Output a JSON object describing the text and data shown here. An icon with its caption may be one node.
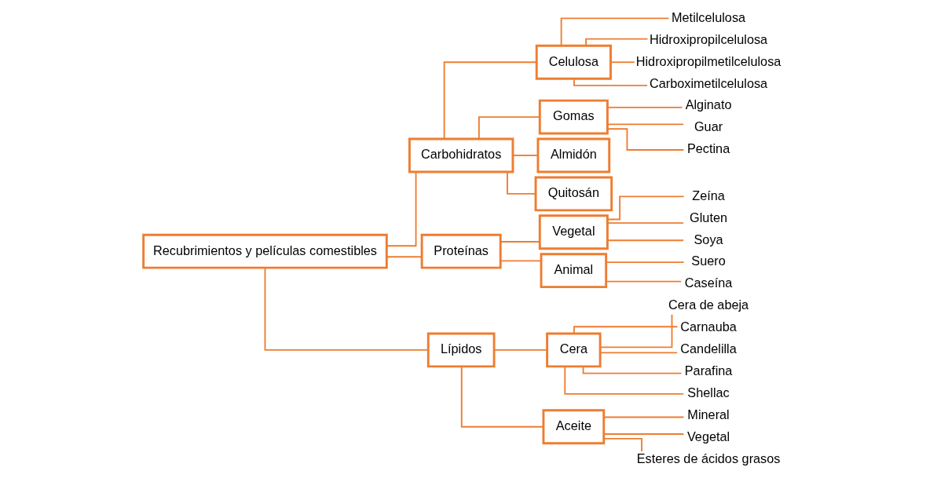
{
  "diagram": {
    "nodes": [
      {
        "text": [
          "Recubrimientos y películas comestibles"
        ]
      },
      {
        "text": [
          "Carbohidratos"
        ]
      },
      {
        "text": [
          "Celulosa"
        ]
      },
      {
        "text": [
          "Metilcelulosa"
        ]
      },
      {
        "text": [
          "Hidroxipropilcelulosa"
        ]
      },
      {
        "text": [
          "Hidroxipropilmetilcelulosa"
        ]
      },
      {
        "text": [
          "Carboximetilcelulosa"
        ]
      },
      {
        "text": [
          "Gomas"
        ]
      },
      {
        "text": [
          "Alginato"
        ]
      },
      {
        "text": [
          "Guar"
        ]
      },
      {
        "text": [
          "Pectina"
        ]
      },
      {
        "text": [
          "Almidón"
        ]
      },
      {
        "text": [
          "Quitosán"
        ]
      },
      {
        "text": [
          "Proteínas"
        ]
      },
      {
        "text": [
          "Vegetal"
        ]
      },
      {
        "text": [
          "Zeína"
        ]
      },
      {
        "text": [
          "Gluten"
        ]
      },
      {
        "text": [
          "Soya"
        ]
      },
      {
        "text": [
          "Animal"
        ]
      },
      {
        "text": [
          "Suero"
        ]
      },
      {
        "text": [
          "Caseína"
        ]
      },
      {
        "text": [
          "Lípidos"
        ]
      },
      {
        "text": [
          "Cera"
        ]
      },
      {
        "text": [
          "Cera de abeja"
        ]
      },
      {
        "text": [
          "Carnauba"
        ]
      },
      {
        "text": [
          "Candelilla"
        ]
      },
      {
        "text": [
          "Parafina"
        ]
      },
      {
        "text": [
          "Shellac"
        ]
      },
      {
        "text": [
          "Aceite"
        ]
      },
      {
        "text": [
          "Mineral"
        ]
      },
      {
        "text": [
          "Vegetal"
        ]
      },
      {
        "text": [
          "Esteres de ácidos grasos"
        ]
      }
    ],
    "edges": [
      {
        "from": 0,
        "to": 1,
        "arrow": "none"
      },
      {
        "from": 0,
        "to": 13,
        "arrow": "none"
      },
      {
        "from": 0,
        "to": 21,
        "arrow": "none"
      },
      {
        "from": 1,
        "to": 2,
        "arrow": "none"
      },
      {
        "from": 2,
        "to": 3,
        "arrow": "none"
      },
      {
        "from": 2,
        "to": 4,
        "arrow": "none"
      },
      {
        "from": 2,
        "to": 5,
        "arrow": "none"
      },
      {
        "from": 2,
        "to": 6,
        "arrow": "none"
      },
      {
        "from": 1,
        "to": 7,
        "arrow": "none"
      },
      {
        "from": 7,
        "to": 8,
        "arrow": "none"
      },
      {
        "from": 7,
        "to": 9,
        "arrow": "none"
      },
      {
        "from": 7,
        "to": 10,
        "arrow": "none"
      },
      {
        "from": 1,
        "to": 11,
        "arrow": "none"
      },
      {
        "from": 1,
        "to": 12,
        "arrow": "none"
      },
      {
        "from": 13,
        "to": 14,
        "arrow": "none"
      },
      {
        "from": 14,
        "to": 15,
        "arrow": "none"
      },
      {
        "from": 14,
        "to": 16,
        "arrow": "none"
      },
      {
        "from": 14,
        "to": 17,
        "arrow": "none"
      },
      {
        "from": 13,
        "to": 18,
        "arrow": "none"
      },
      {
        "from": 18,
        "to": 19,
        "arrow": "none"
      },
      {
        "from": 18,
        "to": 20,
        "arrow": "none"
      },
      {
        "from": 21,
        "to": 22,
        "arrow": "none"
      },
      {
        "from": 22,
        "to": 23,
        "arrow": "none"
      },
      {
        "from": 22,
        "to": 24,
        "arrow": "none"
      },
      {
        "from": 22,
        "to": 25,
        "arrow": "none"
      },
      {
        "from": 22,
        "to": 26,
        "arrow": "none"
      },
      {
        "from": 22,
        "to": 27,
        "arrow": "none"
      },
      {
        "from": 21,
        "to": 28,
        "arrow": "none"
      },
      {
        "from": 28,
        "to": 29,
        "arrow": "none"
      },
      {
        "from": 28,
        "to": 30,
        "arrow": "none"
      },
      {
        "from": 28,
        "to": 31,
        "arrow": "none"
      }
    ]
  }
}
